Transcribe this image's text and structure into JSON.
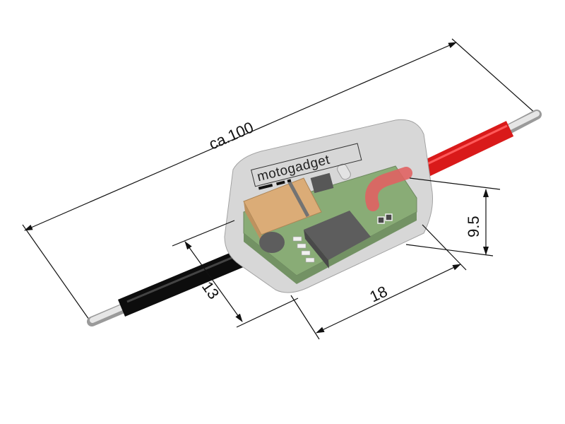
{
  "drawing": {
    "brand_logo": "motogadget",
    "dimensions": {
      "length": "ca.100",
      "height": "9.5",
      "width": "13",
      "depth": "18"
    },
    "colors": {
      "housing": "#c9c9c9",
      "pcb": "#6f9a58",
      "capacitor": "#d39a5a",
      "chip": "#3a3a3a",
      "cable_black": "#0d0d0d",
      "cable_red": "#d91a1a",
      "wire_tip": "#d8d8d8"
    }
  }
}
